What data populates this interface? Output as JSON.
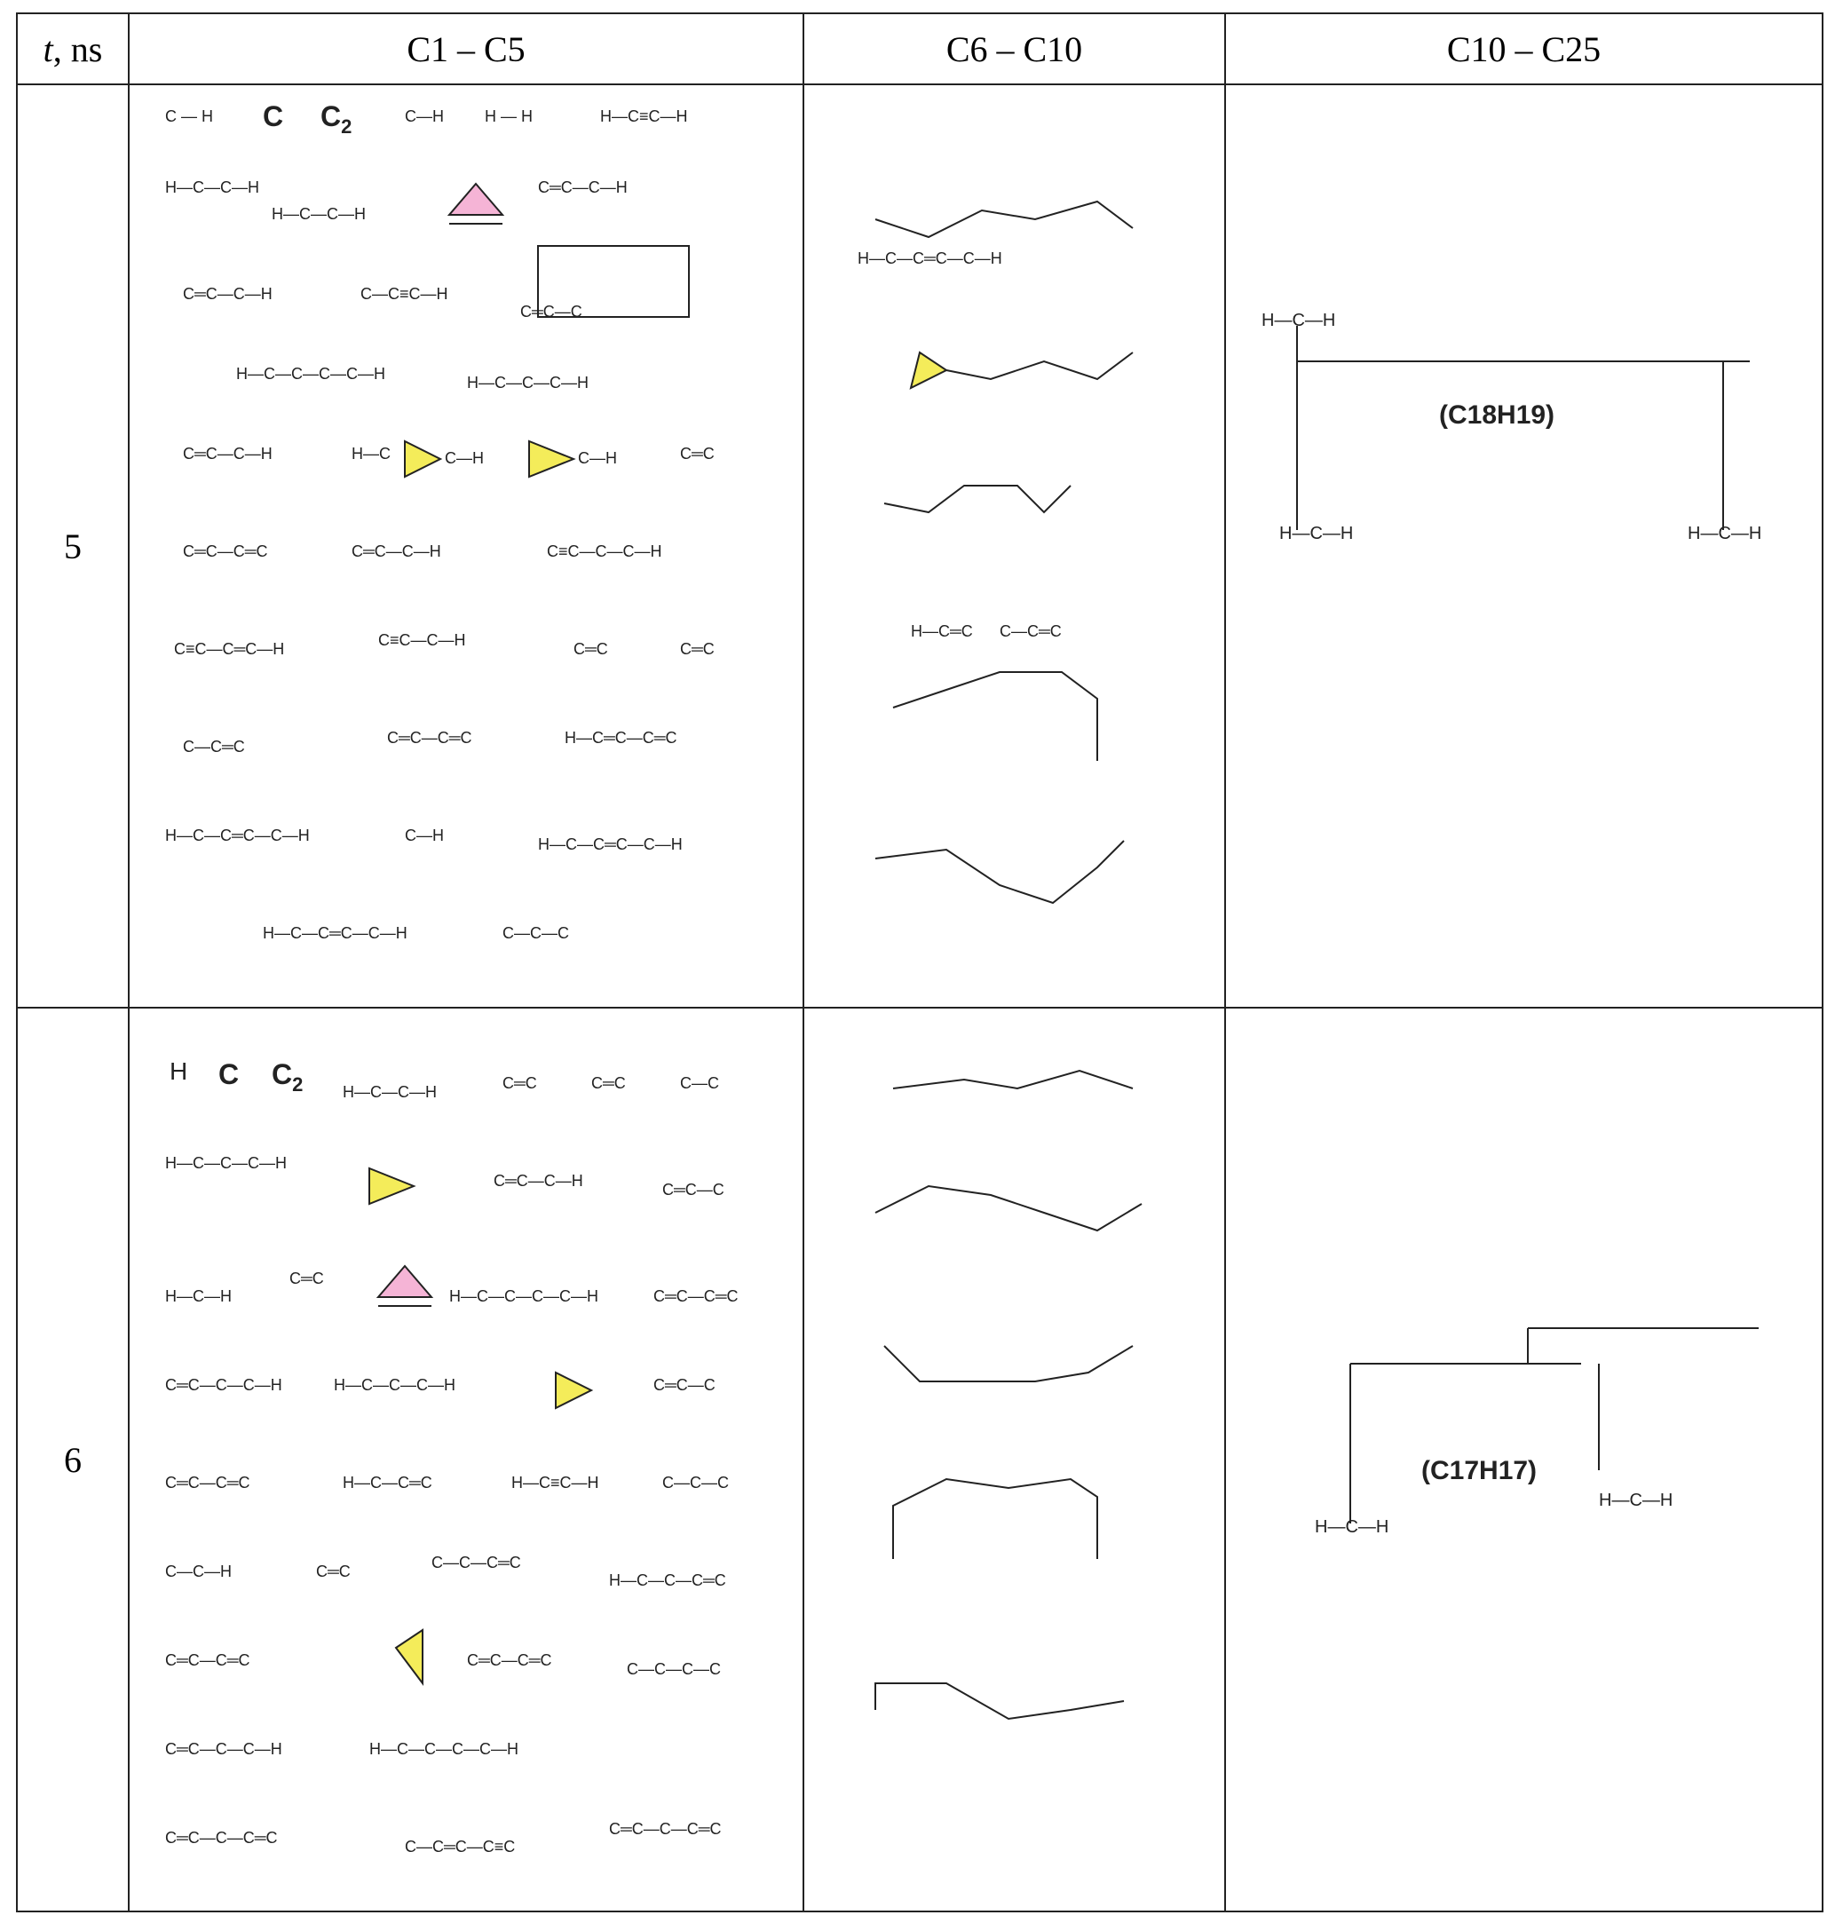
{
  "header": {
    "col_t_var": "t",
    "col_t_unit": ", ns",
    "col_c1": "C1 – C5",
    "col_c6": "C6 – C10",
    "col_c10": "C10 – C25"
  },
  "rows": [
    {
      "t": "5",
      "formula_label": "(C18H19)",
      "atoms_small": [
        "C — H",
        "C",
        "C2",
        "H — H",
        "H—C≡C—H"
      ]
    },
    {
      "t": "6",
      "formula_label": "(C17H17)",
      "atoms_small": [
        "H",
        "C",
        "C2"
      ]
    }
  ],
  "colors": {
    "triangle_pink": "#f5b4d6",
    "triangle_yellow": "#f4ec5a",
    "line": "#222222"
  },
  "atom_glyphs": {
    "carbon": "C",
    "hydrogen": "H"
  }
}
